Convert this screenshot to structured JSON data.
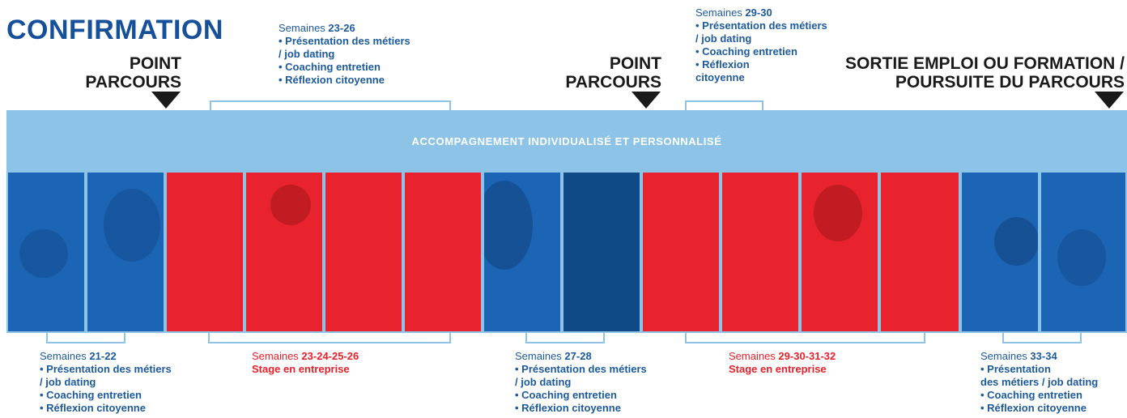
{
  "title": "CONFIRMATION",
  "points": {
    "p1": [
      "POINT",
      "PARCOURS"
    ],
    "p2": [
      "POINT",
      "PARCOURS"
    ],
    "p3": [
      "SORTIE EMPLOI OU FORMATION /",
      "POURSUITE DU PARCOURS"
    ]
  },
  "band": {
    "label": "ACCOMPAGNEMENT INDIVIDUALISÉ ET PERSONNALISÉ"
  },
  "top_notes": {
    "n2326": {
      "prefix": "Semaines ",
      "weeks": "23-26",
      "lines": [
        "• Présentation des métiers",
        "/ job dating",
        "• Coaching entretien",
        "• Réflexion citoyenne"
      ]
    },
    "n2930": {
      "prefix": "Semaines ",
      "weeks": "29-30",
      "lines": [
        "• Présentation des métiers",
        "/ job dating",
        "• Coaching entretien",
        "• Réflexion",
        "citoyenne"
      ]
    }
  },
  "bottom_notes": {
    "n2122": {
      "prefix": "Semaines ",
      "weeks": "21-22",
      "lines": [
        "• Présentation des métiers",
        "/ job dating",
        "• Coaching entretien",
        "• Réflexion citoyenne"
      ]
    },
    "n23242526": {
      "prefix": "Semaines ",
      "weeks": "23-24-25-26",
      "lines": [
        "Stage en entreprise"
      ]
    },
    "n2728": {
      "prefix": "Semaines ",
      "weeks": "27-28",
      "lines": [
        "• Présentation des métiers",
        "/ job dating",
        "• Coaching entretien",
        "• Réflexion citoyenne"
      ]
    },
    "n29303132": {
      "prefix": "Semaines ",
      "weeks": "29-30-31-32",
      "lines": [
        "Stage en entreprise"
      ]
    },
    "n3334": {
      "prefix": "Semaines ",
      "weeks": "33-34",
      "lines": [
        "• Présentation",
        "des métiers / job dating",
        "• Coaching entretien",
        "• Réflexion citoyenne"
      ]
    }
  },
  "colors": {
    "blue": "#1d5a9c",
    "red": "#e8202a",
    "light_blue": "#8cc3e6",
    "dark": "#1a1a1a"
  }
}
